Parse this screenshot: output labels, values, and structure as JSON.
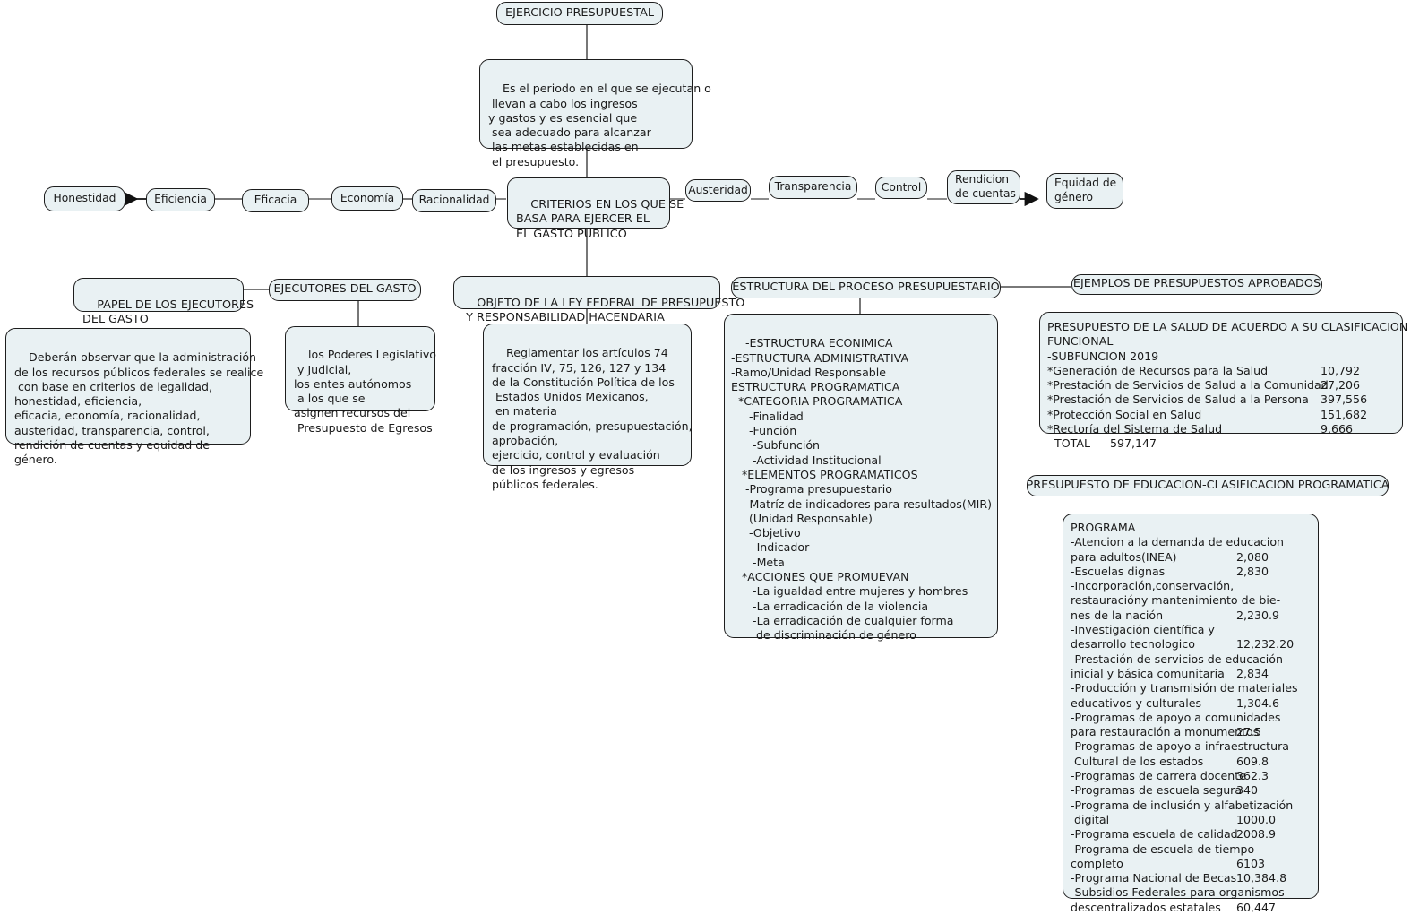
{
  "title_node": {
    "label": "EJERCICIO PRESUPUESTAL"
  },
  "definition_node": {
    "text": "Es el periodo en el que se ejecutan o\n llevan a cabo los ingresos\ny gastos y es esencial que\n sea adecuado para alcanzar\n las metas establecidas en\n el presupuesto."
  },
  "criteria_node": {
    "text": "CRITERIOS EN LOS QUE SE\nBASA PARA EJERCER EL\nEL GASTO PUBLICO"
  },
  "criteria_chain_left": [
    {
      "label": "Honestidad"
    },
    {
      "label": "Eficiencia"
    },
    {
      "label": "Eficacia"
    },
    {
      "label": "Economía"
    },
    {
      "label": "Racionalidad"
    }
  ],
  "criteria_chain_right": [
    {
      "label": "Austeridad"
    },
    {
      "label": "Transparencia"
    },
    {
      "label": "Control"
    },
    {
      "label": "Rendicion\nde cuentas"
    },
    {
      "label": "Equidad de\ngénero"
    }
  ],
  "papel_node": {
    "text": "PAPEL DE LOS EJECUTORES\nDEL GASTO"
  },
  "papel_detail": {
    "text": "Deberán observar que la administración\nde los recursos públicos federales se realice\n con base en criterios de legalidad,\nhonestidad, eficiencia,\neficacia, economía, racionalidad,\nausteridad, transparencia, control,\nrendición de cuentas y equidad de\ngénero."
  },
  "ejecutores_node": {
    "label": "EJECUTORES DEL GASTO"
  },
  "ejecutores_detail": {
    "text": "los Poderes Legislativo\n y Judicial,\nlos entes autónomos\n a los que se\nasignen recursos del\n Presupuesto de Egresos"
  },
  "objeto_node": {
    "text": "OBJETO DE LA LEY FEDERAL DE PRESUPUESTO\n Y RESPONSABILIDAD HACENDARIA"
  },
  "objeto_detail": {
    "text": "Reglamentar los artículos 74\nfracción IV, 75, 126, 127 y 134\nde la Constitución Política de los\n Estados Unidos Mexicanos,\n en materia\nde programación, presupuestación,\naprobación,\nejercicio, control y evaluación\nde los ingresos y egresos\npúblicos federales."
  },
  "estructura_node": {
    "label": "ESTRUCTURA DEL PROCESO PRESUPUESTARIO"
  },
  "estructura_detail": {
    "text": "-ESTRUCTURA ECONIMICA\n-ESTRUCTURA ADMINISTRATIVA\n-Ramo/Unidad Responsable\nESTRUCTURA PROGRAMATICA\n  *CATEGORIA PROGRAMATICA\n     -Finalidad\n     -Función\n      -Subfunción\n      -Actividad Institucional\n   *ELEMENTOS PROGRAMATICOS\n    -Programa presupuestario\n    -Matríz de indicadores para resultados(MIR)\n     (Unidad Responsable)\n     -Objetivo\n      -Indicador\n      -Meta\n   *ACCIONES QUE PROMUEVAN\n      -La igualdad entre mujeres y hombres\n      -La erradicación de la violencia\n      -La erradicación de cualquier forma\n       de discriminación de género"
  },
  "ejemplos_node": {
    "label": "EJEMPLOS DE PRESUPUESTOS APROBADOS"
  },
  "salud_detail": {
    "header": "PRESUPUESTO DE LA SALUD DE ACUERDO A SU CLASIFICACION\nFUNCIONAL\n-SUBFUNCION 2019",
    "rows": [
      {
        "label": "*Generación de Recursos para la Salud",
        "value": "10,792"
      },
      {
        "label": "*Prestación de Servicios de Salud a la Comunidad",
        "value": "27,206"
      },
      {
        "label": "*Prestación de Servicios de Salud a la Persona",
        "value": "397,556"
      },
      {
        "label": "*Protección Social en Salud",
        "value": "151,682"
      },
      {
        "label": "*Rectoría del Sistema de Salud",
        "value": "9,666"
      }
    ],
    "total_label": "  TOTAL",
    "total_value": "597,147"
  },
  "educacion_node": {
    "label": "PRESUPUESTO DE EDUCACION-CLASIFICACION PROGRAMATICA"
  },
  "educacion_detail": {
    "header": "PROGRAMA",
    "rows": [
      {
        "label": "-Atencion a la demanda de educacion\npara adultos(INEA)",
        "value": "2,080"
      },
      {
        "label": "-Escuelas dignas",
        "value": "2,830"
      },
      {
        "label": "-Incorporación,conservación,\nrestauracióny mantenimiento de bie-\nnes de la nación",
        "value": "2,230.9"
      },
      {
        "label": "-Investigación científica y\ndesarrollo tecnologico",
        "value": "12,232.20"
      },
      {
        "label": "-Prestación de servicios de educación\ninicial y básica comunitaria",
        "value": "2,834"
      },
      {
        "label": "-Producción y transmisión de materiales\neducativos y culturales",
        "value": "1,304.6"
      },
      {
        "label": "-Programas de apoyo a comunidades\npara restauración a monumentos",
        "value": "27.5"
      },
      {
        "label": "-Programas de apoyo a infraestructura\n Cultural de los estados",
        "value": "609.8"
      },
      {
        "label": "-Programas de carrera docente",
        "value": "362.3"
      },
      {
        "label": "-Programas de escuela segura",
        "value": "340"
      },
      {
        "label": "-Programa de inclusión y alfabetización\n digital",
        "value": "1000.0"
      },
      {
        "label": "-Programa escuela de calidad",
        "value": "2008.9"
      },
      {
        "label": "-Programa de escuela de tiempo\ncompleto",
        "value": "6103"
      },
      {
        "label": "-Programa Nacional de Becas",
        "value": "10,384.8"
      },
      {
        "label": "-Subsidios Federales para organismos\ndescentralizados estatales",
        "value": "60,447"
      }
    ]
  },
  "colors": {
    "node_fill": "#e9f1f3",
    "node_border": "#1d1d1d",
    "link": "#555555",
    "text": "#1a1a1a"
  }
}
